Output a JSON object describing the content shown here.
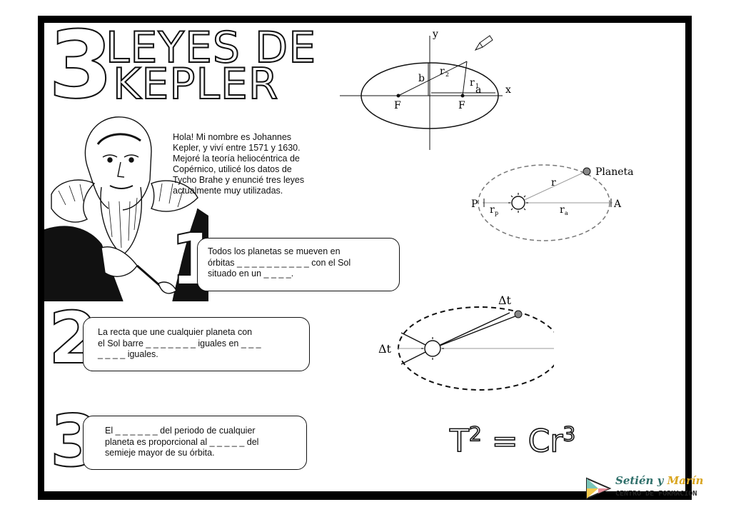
{
  "title": {
    "number": "3",
    "line1": "LEYES DE",
    "line2": "KEPLER"
  },
  "intro": "Hola! Mi nombre es Johannes Kepler, y viví entre 1571 y 1630. Mejoré la teoría heliocéntrica de Copérnico, utilicé los datos de Tycho Brahe y enuncié tres leyes actualmente muy utilizadas.",
  "laws": [
    {
      "number": "1",
      "lines": [
        "Todos los planetas se mueven en",
        "órbitas _ _ _ _ _ _ _ _ _ _ con el Sol",
        "situado en un _ _ _ _."
      ]
    },
    {
      "number": "2",
      "lines": [
        "La recta que une cualquier planeta con",
        "el Sol barre _ _ _ _ _ _ _  iguales en _ _ _",
        "_ _ _ _  iguales."
      ]
    },
    {
      "number": "3",
      "lines": [
        "El _ _ _ _ _ _  del periodo de cualquier",
        "planeta es proporcional al _ _ _ _ _  del",
        "semieje mayor de su órbita."
      ]
    }
  ],
  "ellipse_diagram": {
    "y": "y",
    "x": "x",
    "b": "b",
    "r2": "r",
    "r2_sub": "2",
    "r1": "r",
    "r1_sub": "1",
    "a": "a",
    "f1": "F",
    "f2": "F"
  },
  "orbit_diagram": {
    "planet": "Planeta",
    "r": "r",
    "p": "P",
    "a": "A",
    "rp": "r",
    "rp_sub": "p",
    "ra": "r",
    "ra_sub": "a"
  },
  "area_diagram": {
    "dt1": "Δt",
    "dt2": "Δt"
  },
  "formula": {
    "t": "T",
    "t_exp": "2",
    "eq": "=",
    "c": "Cr",
    "c_exp": "3"
  },
  "logo": {
    "name1": "Setién y ",
    "name2": "Marín",
    "subtitle": "CENTRO DE FORMACIÓN"
  }
}
